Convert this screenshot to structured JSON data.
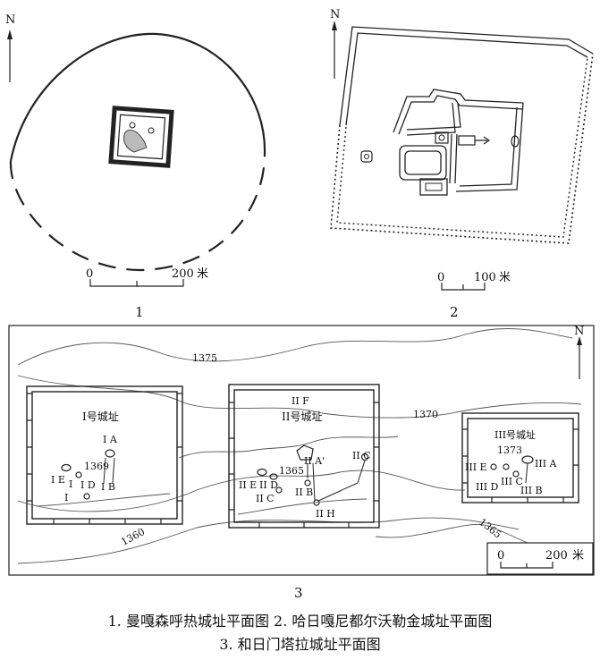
{
  "north_label": "N",
  "figure1": {
    "scale_start": "0",
    "scale_end": "200",
    "scale_unit": "米",
    "fig_number": "1"
  },
  "figure2": {
    "scale_start": "0",
    "scale_end": "100",
    "scale_unit": "米",
    "fig_number": "2"
  },
  "figure3": {
    "scale_start": "0",
    "scale_end": "200",
    "scale_unit": "米",
    "fig_number": "3",
    "contours": [
      "1375",
      "1370",
      "1365",
      "1360"
    ],
    "site1": {
      "title": "I号城址",
      "elevation": "1369",
      "labels": {
        "a": "I A",
        "b": "I B",
        "d": "I D",
        "e": "I E",
        "i": "I"
      }
    },
    "site2": {
      "title": "II号城址",
      "elevation": "1365",
      "labels": {
        "f": "II F",
        "a_prime": "II A'",
        "c": "II C",
        "e": "II E",
        "d": "II D",
        "c2": "II C",
        "b": "II B",
        "h": "II H"
      }
    },
    "site3": {
      "title": "III号城址",
      "elevation": "1373",
      "labels": {
        "e": "III E",
        "a": "III A",
        "d": "III D",
        "c": "III C",
        "b": "III B"
      }
    }
  },
  "captions": {
    "line1": "1. 曼嘎森呼热城址平面图   2. 哈日嘎尼都尔沃勒金城址平面图",
    "line2": "3. 和日门塔拉城址平面图"
  }
}
